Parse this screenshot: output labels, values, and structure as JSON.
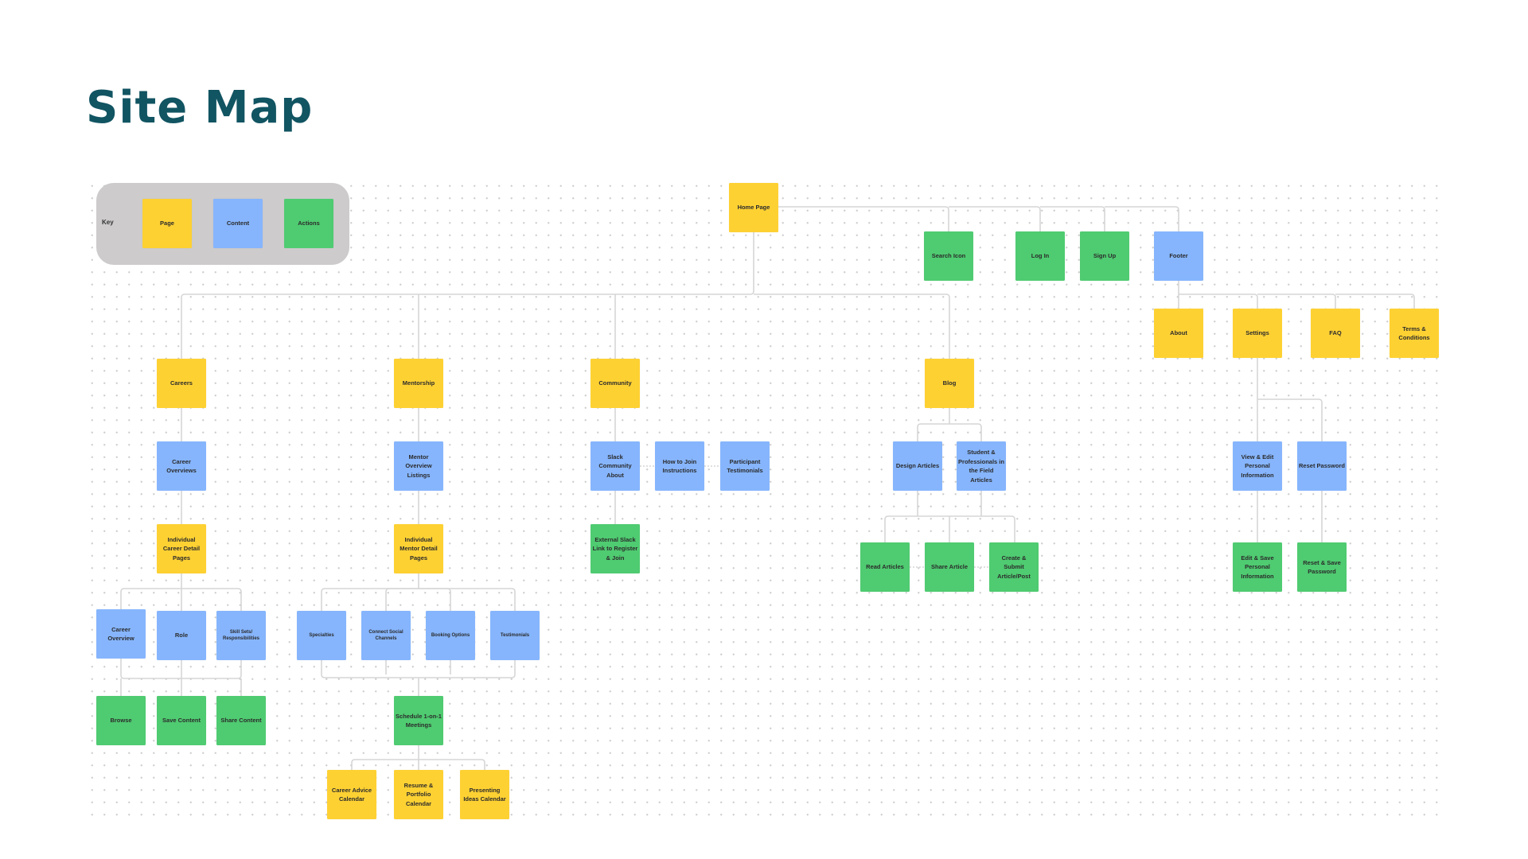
{
  "title": "Site Map",
  "colors": {
    "title": "#115462",
    "page": "#fed133",
    "content": "#86b5fd",
    "actions": "#4fcb71",
    "key_background": "#cdcbcc",
    "connector": "#d9d9d9"
  },
  "key": {
    "label": "Key",
    "items": [
      {
        "label": "Page",
        "type": "page"
      },
      {
        "label": "Content",
        "type": "content"
      },
      {
        "label": "Actions",
        "type": "actions"
      }
    ]
  },
  "nodes": {
    "home": "Home Page",
    "search_icon": "Search Icon",
    "log_in": "Log In",
    "sign_up": "Sign Up",
    "footer": "Footer",
    "about": "About",
    "settings": "Settings",
    "faq": "FAQ",
    "terms": "Terms & Conditions",
    "careers": "Careers",
    "career_overviews": "Career Overviews",
    "individual_career_detail": "Individual Career Detail Pages",
    "career_overview": "Career Overview",
    "role": "Role",
    "skill_sets": "Skill Sets/ Responsibilities",
    "browse": "Browse",
    "save_content": "Save Content",
    "share_content": "Share Content",
    "mentorship": "Mentorship",
    "mentor_overview_listings": "Mentor Overview Listings",
    "individual_mentor_detail": "Individual Mentor Detail Pages",
    "specialties": "Specialties",
    "connect_social": "Connect Social Channels",
    "booking_options": "Booking Options",
    "testimonials": "Testimonials",
    "schedule_meetings": "Schedule 1-on-1 Meetings",
    "career_advice_calendar": "Career Advice Calendar",
    "resume_portfolio_calendar": "Resume & Portfolio Calendar",
    "presenting_ideas_calendar": "Presenting Ideas Calendar",
    "community": "Community",
    "slack_about": "Slack Community About",
    "how_to_join": "How to Join Instructions",
    "participant_testimonials": "Participant Testimonials",
    "external_slack": "External Slack Link to Register & Join",
    "blog": "Blog",
    "design_articles": "Design Articles",
    "student_professionals": "Student & Professionals in the Field Articles",
    "read_articles": "Read Articles",
    "share_article": "Share Article",
    "create_submit": "Create & Submit Article/Post",
    "view_edit_personal": "View & Edit Personal Information",
    "reset_password": "Reset Password",
    "edit_save_personal": "Edit & Save Personal Information",
    "reset_save_password": "Reset & Save Password"
  }
}
